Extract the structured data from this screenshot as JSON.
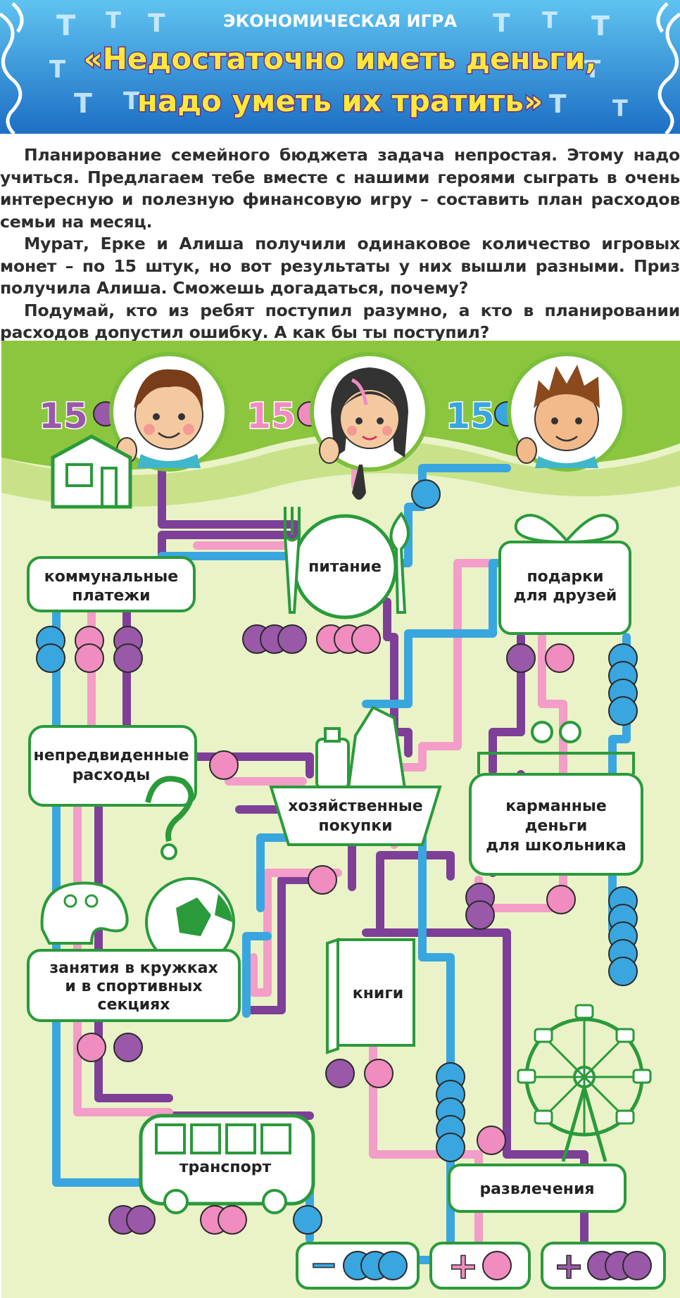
{
  "header": {
    "subtitle": "ЭКОНОМИЧЕСКАЯ ИГРА",
    "title_line1": "«Недостаточно иметь деньги,",
    "title_line2": "надо уметь их тратить»"
  },
  "intro": [
    "Планирование семейного бюджета задача непростая. Этому надо учиться. Предлагаем тебе вместе с нашими героями сыграть в очень интересную и полезную финансовую игру – составить план расходов семьи на месяц.",
    "Мурат, Ерке и Алиша получили одинаковое количество игровых монет – по 15 штук, но вот результаты у них вышли разными. Приз получила Алиша. Сможешь догадаться, почему?",
    "Подумай, кто из ребят поступил разумно, а кто в планировании расходов допустил ошибку. А как бы ты поступил?"
  ],
  "players": [
    {
      "coins": "15",
      "color": "#9a58a8",
      "avatar": "boy-brown-hair"
    },
    {
      "coins": "15",
      "color": "#f08cc0",
      "avatar": "girl-black-hair"
    },
    {
      "coins": "15",
      "color": "#3aa6df",
      "avatar": "boy-spiky-hair"
    }
  ],
  "categories": {
    "utilities_line1": "коммунальные",
    "utilities_line2": "платежи",
    "food": "питание",
    "gifts_line1": "подарки",
    "gifts_line2": "для друзей",
    "unexpected_line1": "непредвиденные",
    "unexpected_line2": "расходы",
    "household_line1": "хозяйственные",
    "household_line2": "покупки",
    "pocket_line1": "карманные",
    "pocket_line2": "деньги",
    "pocket_line3": "для школьника",
    "clubs_line1": "занятия в кружках",
    "clubs_line2": "и в спортивных",
    "clubs_line3": "секциях",
    "books": "книги",
    "transport": "транспорт",
    "entertainment": "развлечения"
  },
  "results": [
    {
      "sign": "−",
      "color": "#3aa6df"
    },
    {
      "sign": "+",
      "color": "#f08cc0"
    },
    {
      "sign": "+",
      "color": "#9a58a8"
    }
  ],
  "colors": {
    "purple": "#9a58a8",
    "pink": "#f08cc0",
    "blue": "#3aa6df",
    "green": "#3aa843",
    "board": "#e9f3c7",
    "grass": "#8cc63f"
  }
}
